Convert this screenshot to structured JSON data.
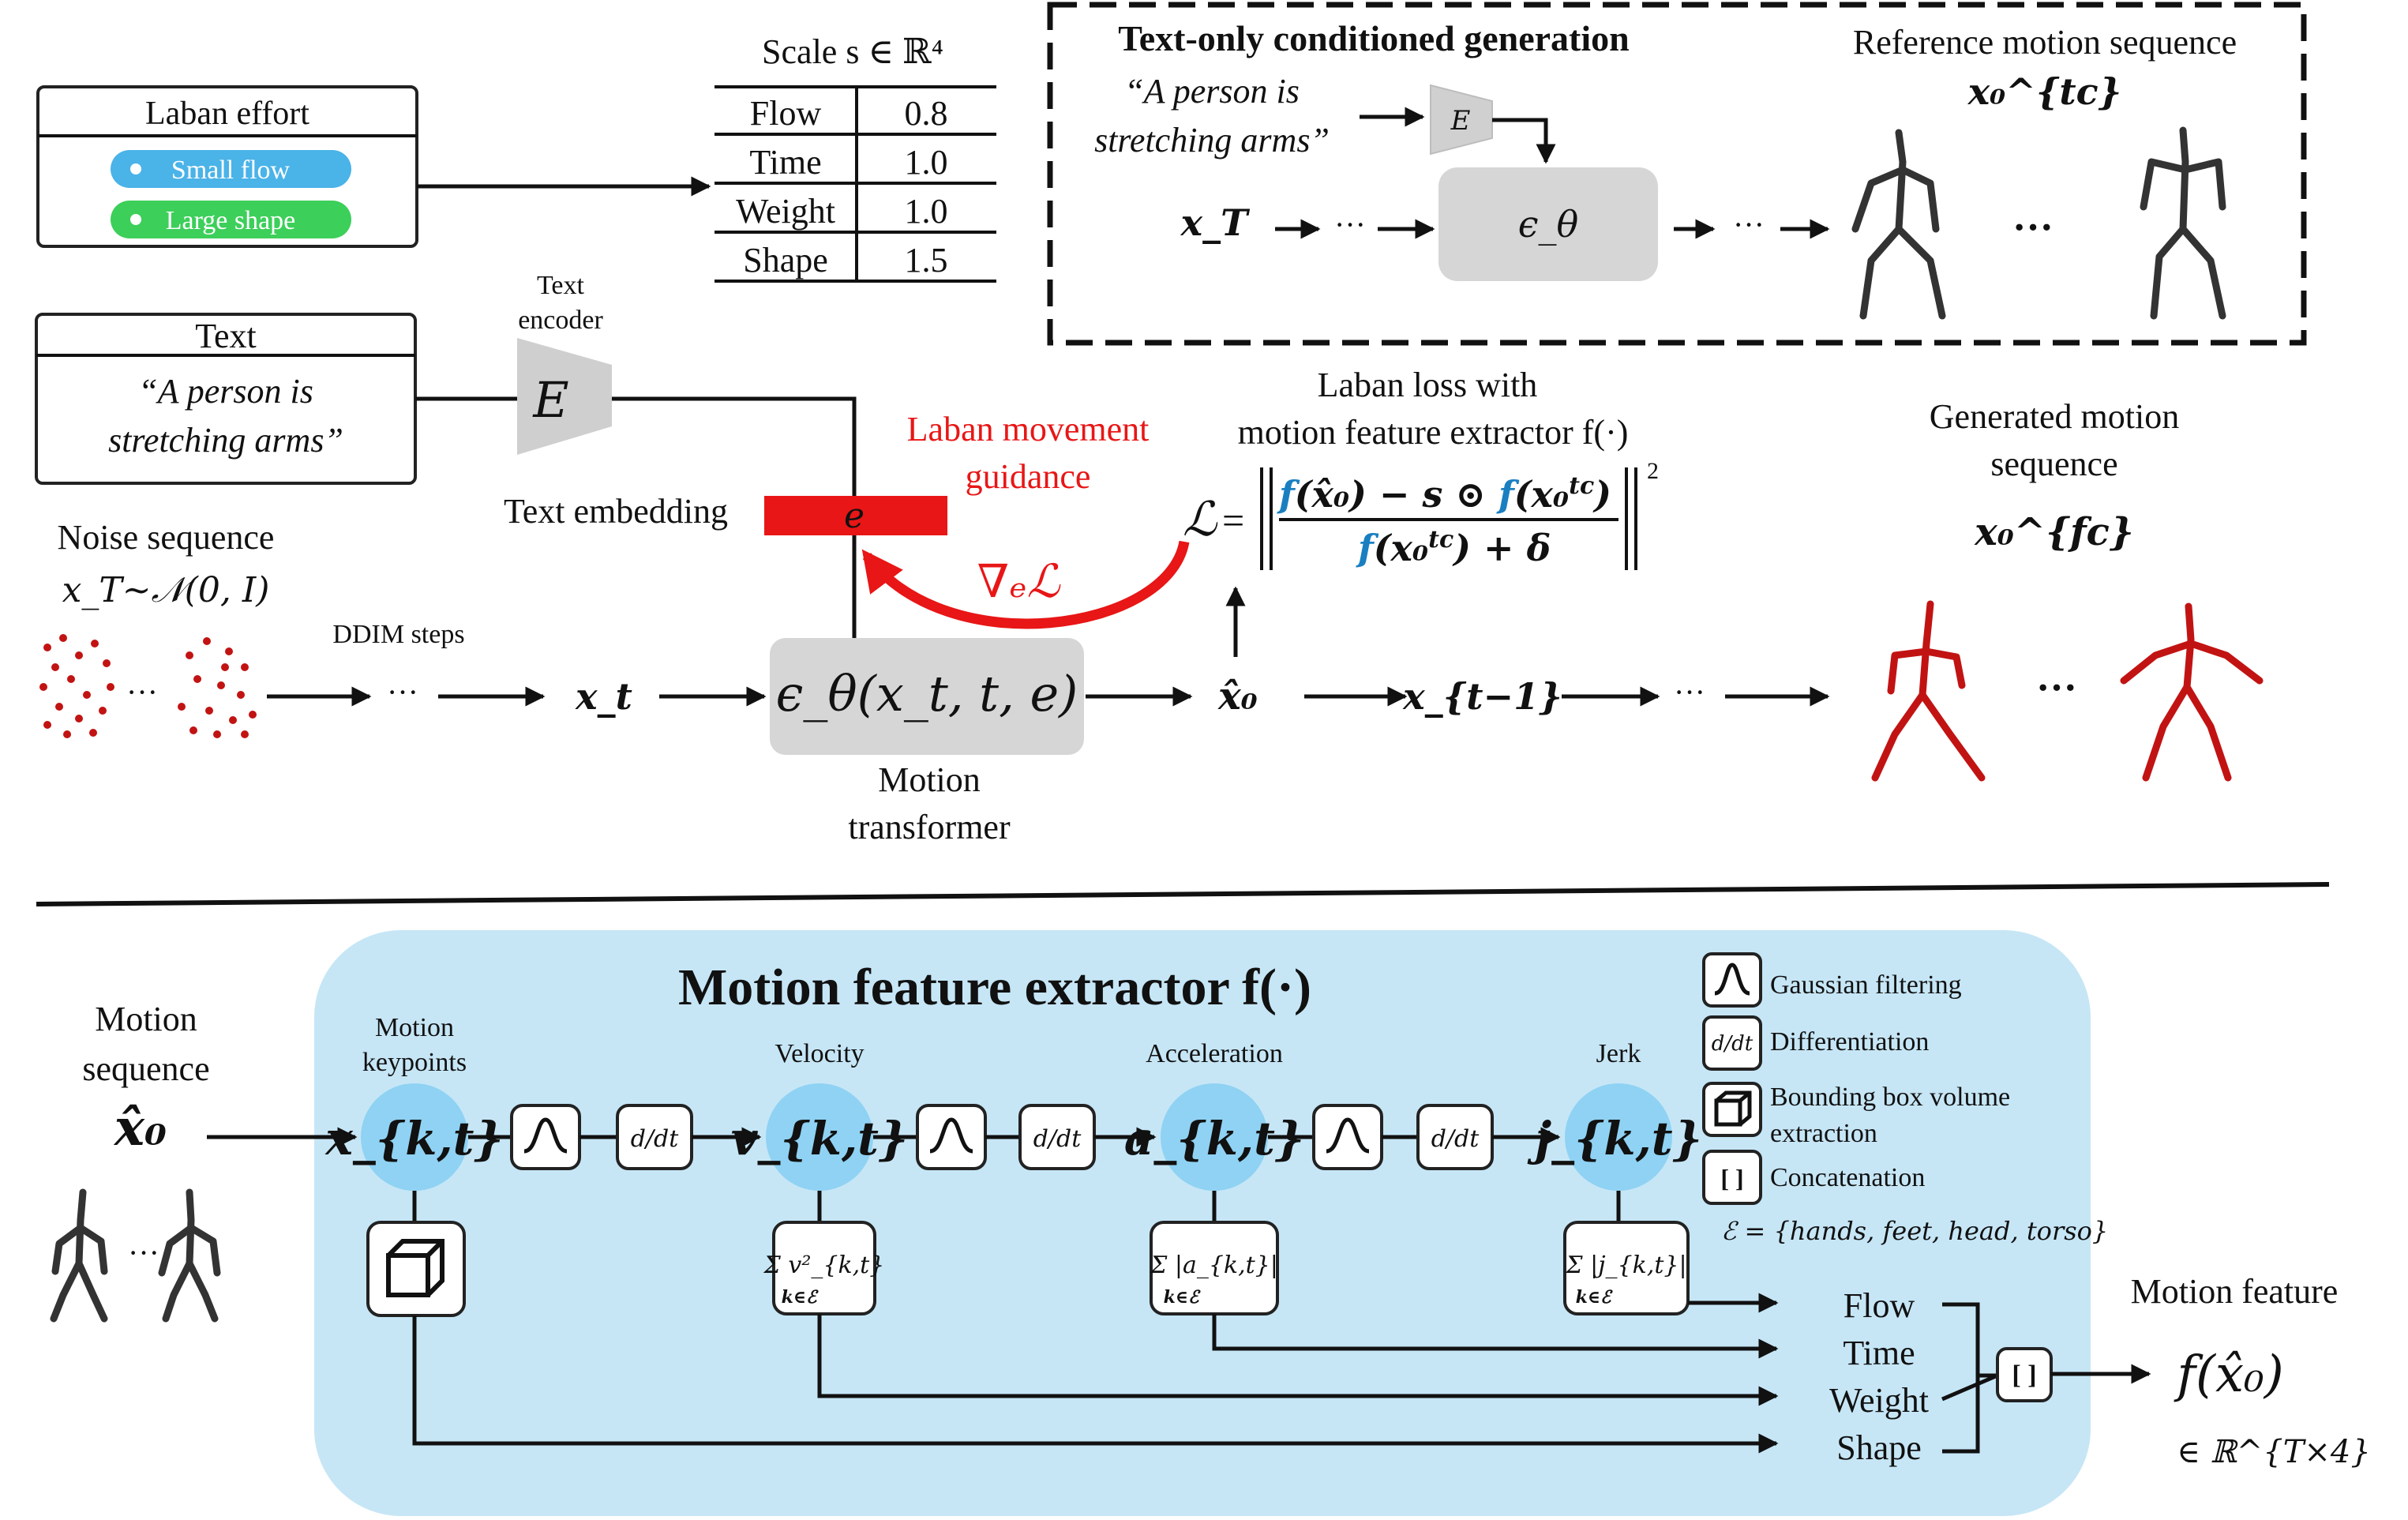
{
  "laban_effort": {
    "title": "Laban effort",
    "pills": [
      {
        "label": "Small flow",
        "color": "#4ab3e8"
      },
      {
        "label": "Large shape",
        "color": "#3ccf5a"
      }
    ]
  },
  "scale_table": {
    "header": "Scale s ∈ ℝ⁴",
    "rows": [
      {
        "name": "Flow",
        "value": "0.8"
      },
      {
        "name": "Time",
        "value": "1.0"
      },
      {
        "name": "Weight",
        "value": "1.0"
      },
      {
        "name": "Shape",
        "value": "1.5"
      }
    ]
  },
  "text_box": {
    "title": "Text",
    "quote_line1": "“A person is",
    "quote_line2": "stretching arms”"
  },
  "text_encoder": {
    "label_line1": "Text",
    "label_line2": "encoder",
    "symbol": "E"
  },
  "text_embedding": {
    "label": "Text embedding",
    "symbol": "e",
    "color": "#e81616"
  },
  "guidance": {
    "line1": "Laban movement",
    "line2": "guidance",
    "gradient": "∇ₑℒ",
    "color": "#e81616"
  },
  "laban_loss": {
    "line1": "Laban loss with",
    "line2": "motion feature extractor f(·)",
    "accent": "#1a7fc1"
  },
  "noise": {
    "line1": "Noise  sequence",
    "line2": "x_T~𝒩(0, I)"
  },
  "ddim": {
    "label": "DDIM steps"
  },
  "main_flow": {
    "xt": "x_t",
    "model": "ϵ_θ(x_t, t, e)",
    "x0hat": "x̂₀",
    "xt1": "x_{t−1}",
    "dots": "···",
    "model_label_line1": "Motion",
    "model_label_line2": "transformer"
  },
  "generated": {
    "line1": "Generated motion",
    "line2": "sequence",
    "symbol": "x₀^{fc}"
  },
  "text_only": {
    "title": "Text-only conditioned generation",
    "quote_line1": "“A person is",
    "quote_line2": "stretching arms”",
    "encoder": "E",
    "xT": "x_T",
    "model": "ϵ_θ",
    "ref_line": "Reference motion sequence",
    "ref_symbol": "x₀^{tc}",
    "dots": "···"
  },
  "extractor": {
    "title": "Motion feature extractor f(·)",
    "bg_color": "#c6e6f6",
    "node_color": "#8fd2f3",
    "input_line1": "Motion",
    "input_line2": "sequence",
    "input_symbol": "x̂₀",
    "nodes": [
      {
        "label": "Motion keypoints",
        "label_line1": "Motion",
        "label_line2": "keypoints",
        "symbol": "x_{k,t}"
      },
      {
        "label": "Velocity",
        "symbol": "v_{k,t}"
      },
      {
        "label": "Acceleration",
        "symbol": "a_{k,t}"
      },
      {
        "label": "Jerk",
        "symbol": "j_{k,t}"
      }
    ],
    "ops": {
      "gaussian": "⌒",
      "diff": "d/dt"
    },
    "sums": [
      "Σ v²_{k,t}",
      "Σ |a_{k,t}|",
      "Σ |j_{k,t}|"
    ],
    "sum_sub": "k∈ℰ",
    "outputs": [
      "Flow",
      "Time",
      "Weight",
      "Shape"
    ],
    "concat": "[ ]",
    "feature_line": "Motion feature",
    "feature_symbol": "f(x̂₀)",
    "feature_space": "∈ ℝ^{T×4}"
  },
  "legend": {
    "items": [
      {
        "icon": "gaussian",
        "label": "Gaussian filtering"
      },
      {
        "icon": "d/dt",
        "label": "Differentiation"
      },
      {
        "icon": "cube",
        "label": "Bounding box volume",
        "label2": "extraction"
      },
      {
        "icon": "[ ]",
        "label": "Concatenation"
      }
    ],
    "set_def": "ℰ = {hands, feet, head, torso}"
  }
}
